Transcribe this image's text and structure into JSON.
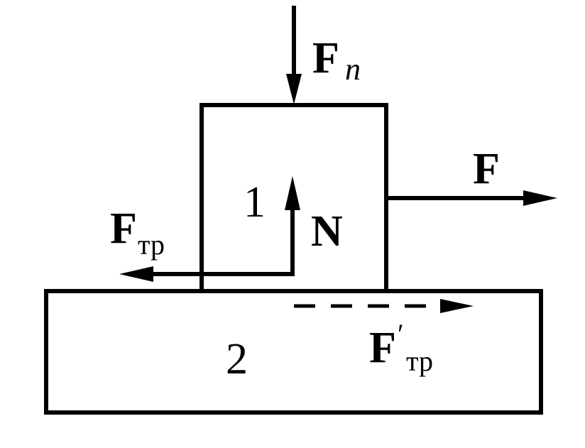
{
  "labels": {
    "block1": "1",
    "block2": "2",
    "force_applied": "F",
    "force_pressing": "F",
    "force_pressing_sub": "n",
    "normal_force": "N",
    "friction": "F",
    "friction_sub": "тр",
    "friction_reaction": "F",
    "friction_reaction_prime": "′",
    "friction_reaction_sub": "тр"
  }
}
